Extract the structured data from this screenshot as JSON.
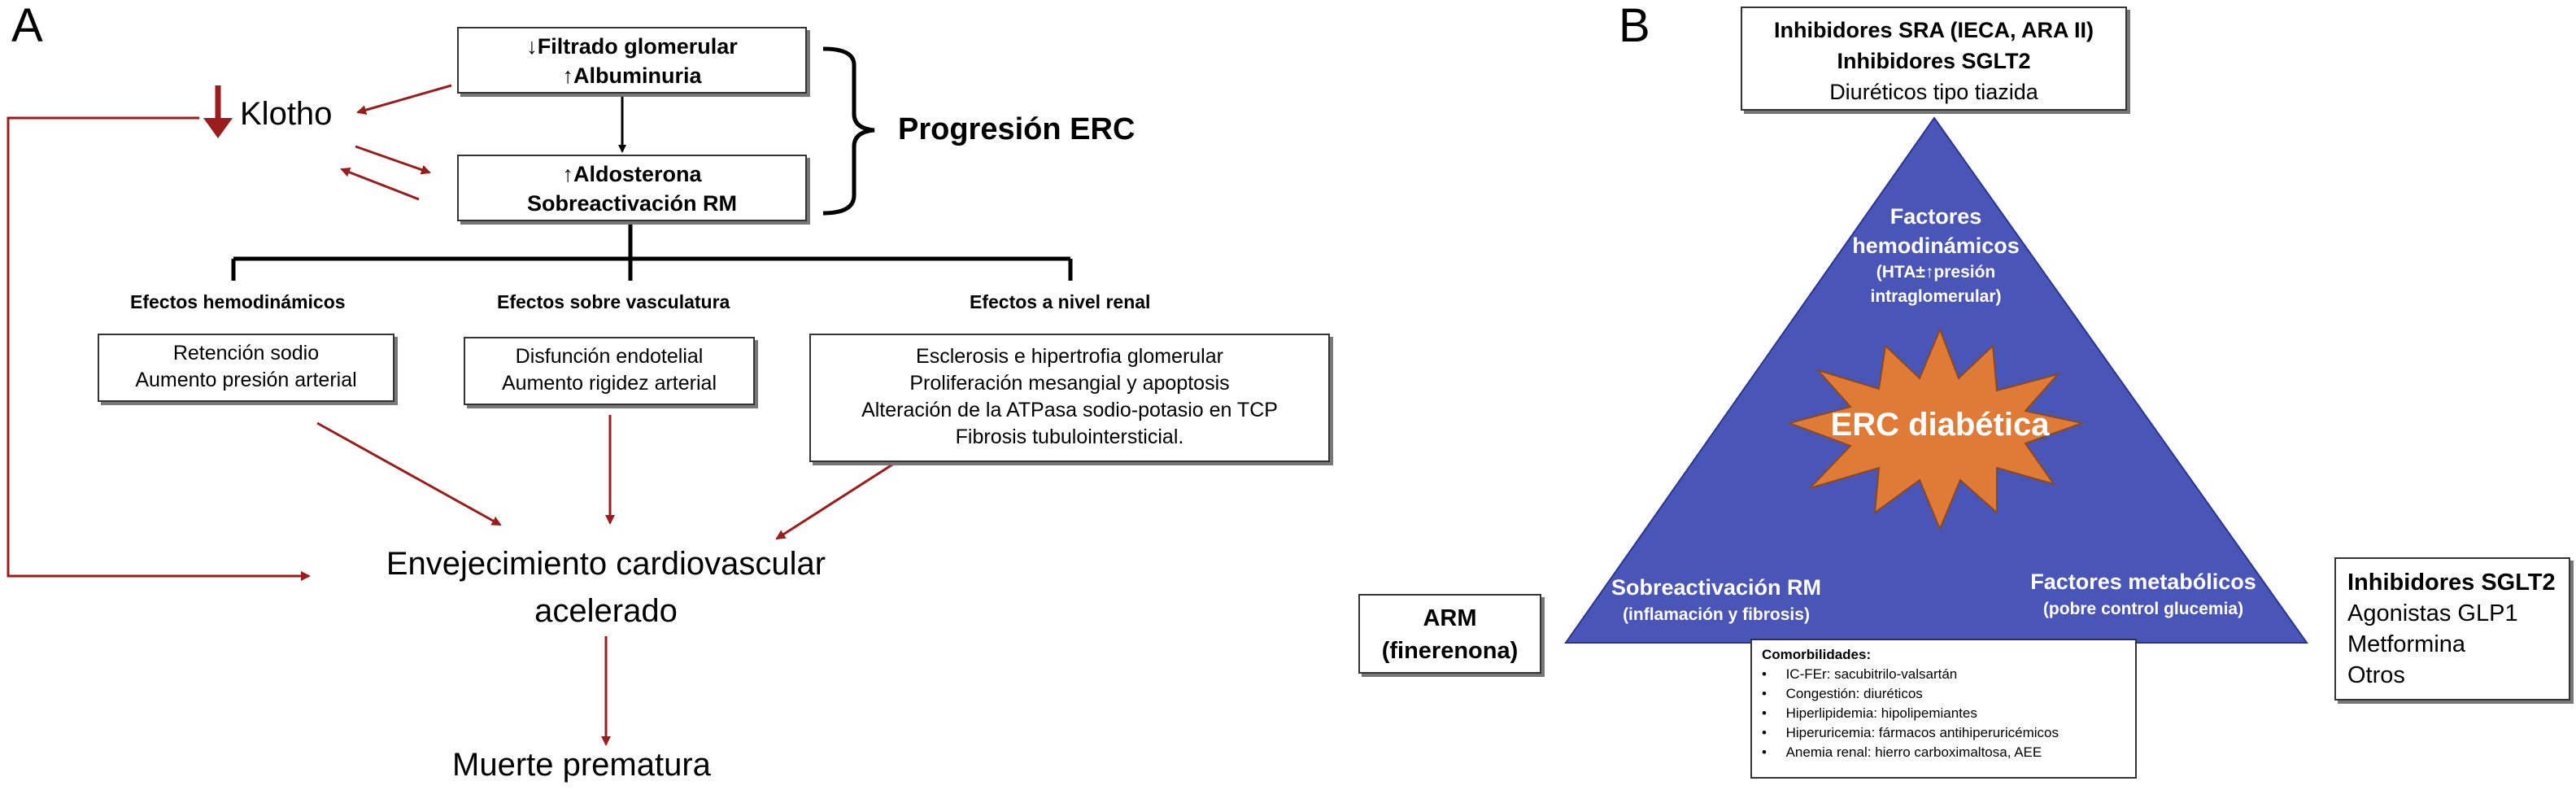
{
  "panelA": {
    "label": "A",
    "box_top": {
      "line1": "↓Filtrado glomerular",
      "line2": "↑Albuminuria"
    },
    "box_aldo": {
      "line1": "↑Aldosterona",
      "line2": "Sobreactivación RM"
    },
    "progresion": "Progresión ERC",
    "klotho": "Klotho",
    "headers": [
      "Efectos hemodinámicos",
      "Efectos sobre vasculatura",
      "Efectos a nivel renal"
    ],
    "box_hemo": [
      "Retención sodio",
      "Aumento presión arterial"
    ],
    "box_vasc": [
      "Disfunción endotelial",
      "Aumento rigidez arterial"
    ],
    "box_renal": [
      "Esclerosis e hipertrofia glomerular",
      "Proliferación mesangial y apoptosis",
      "Alteración de la ATPasa sodio-potasio en TCP",
      "Fibrosis tubulointersticial."
    ],
    "envejecimiento": [
      "Envejecimiento cardiovascular",
      "acelerado"
    ],
    "muerte": "Muerte prematura"
  },
  "panelB": {
    "label": "B",
    "top_box": {
      "line1": "Inhibidores SRA (IECA, ARA II)",
      "line2": "Inhibidores SGLT2",
      "line3": "Diuréticos tipo tiazida"
    },
    "left_box": {
      "line1": "ARM",
      "line2": "(finerenona)"
    },
    "right_box": {
      "line1": "Inhibidores SGLT2",
      "line2": "Agonistas GLP1",
      "line3": "Metformina",
      "line4": "Otros"
    },
    "factores_hemo": {
      "line1": "Factores",
      "line2": "hemodinámicos",
      "sub1": "(HTA±↑presión",
      "sub2": "intraglomerular)"
    },
    "center": "ERC diabética",
    "sobreactivacion": {
      "main": "Sobreactivación RM",
      "sub": "(inflamación y fibrosis)"
    },
    "factores_meta": {
      "main": "Factores metabólicos",
      "sub": "(pobre control glucemia)"
    },
    "comorbilidades": {
      "title": "Comorbilidades:",
      "items": [
        "IC-FEr: sacubitrilo-valsartán",
        "Congestión: diuréticos",
        "Hiperlipidemia: hipolipemiantes",
        "Hiperuricemia: fármacos antihiperuricémicos",
        "Anemia renal: hierro carboximaltosa, AEE"
      ]
    }
  },
  "colors": {
    "arrow": "#9b1c1c",
    "triangle": "#4a55b8",
    "star": "#e07b37",
    "black": "#000000"
  }
}
